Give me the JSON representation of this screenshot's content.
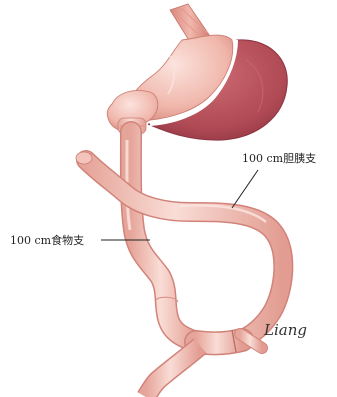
{
  "labels": {
    "biliopancreatic_limb": "100 cm胆胰支",
    "alimentary_limb": "100 cm食物支"
  },
  "signature": "Liang",
  "colors": {
    "tissue_light": "#f7d4cd",
    "tissue_mid": "#eeb3a8",
    "tissue_dark": "#d98a80",
    "remnant_stomach": "#b9535c",
    "remnant_stomach_dark": "#9c3e49",
    "line": "#222222"
  }
}
